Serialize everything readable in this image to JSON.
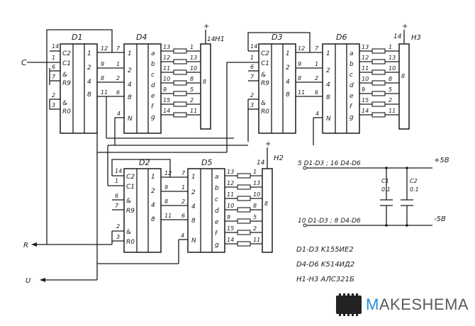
{
  "chips": {
    "d1": "D1",
    "d2": "D2",
    "d3": "D3",
    "d4": "D4",
    "d5": "D5",
    "d6": "D6"
  },
  "counter_pins": [
    "C2",
    "C1",
    "&",
    "R9",
    "&",
    "R0"
  ],
  "counter_outputs": [
    "1",
    "2",
    "4",
    "8"
  ],
  "decoder_inputs": [
    "1",
    "2",
    "4",
    "8",
    "N"
  ],
  "decoder_outputs": [
    "a",
    "b",
    "c",
    "d",
    "e",
    "f",
    "g"
  ],
  "indicators": {
    "h1": "H1",
    "h2": "H2",
    "h3": "H3"
  },
  "inputs": {
    "c": "C",
    "r": "R",
    "u": "U"
  },
  "power": {
    "plus": "+5B",
    "minus": "-5B",
    "plus_note": "5 D1-D3 ; 16 D4-D6",
    "minus_note": "10 D1-D3 ; 8 D4-D6"
  },
  "caps": {
    "c1": "C1",
    "c1v": "0.1",
    "c2": "C2",
    "c2v": "0.1"
  },
  "legend": {
    "l1": "D1-D3  K155ИЕ2",
    "l2": "D4-D6  K514ИД2",
    "l3": "H1-H3  АЛС321Б"
  },
  "watermark": {
    "a": "M",
    "b": "AKESHEMA"
  }
}
